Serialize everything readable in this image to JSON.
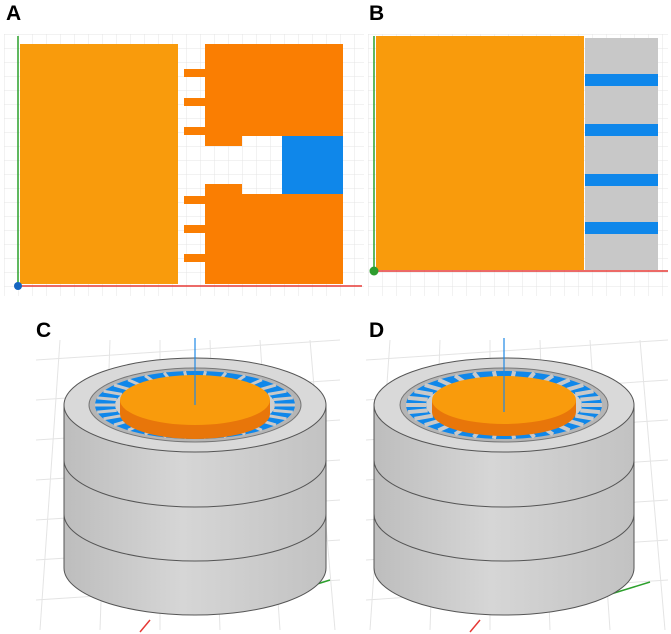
{
  "panels": [
    {
      "letter": "A"
    },
    {
      "letter": "B"
    },
    {
      "letter": "C"
    },
    {
      "letter": "D"
    }
  ],
  "colors": {
    "magnet_orange": "#f99b0c",
    "core_orange": "#fa7e02",
    "coil_blue": "#0f87ea",
    "stator_gray": "#c8c8c8",
    "grid": "#e6e6e6"
  }
}
